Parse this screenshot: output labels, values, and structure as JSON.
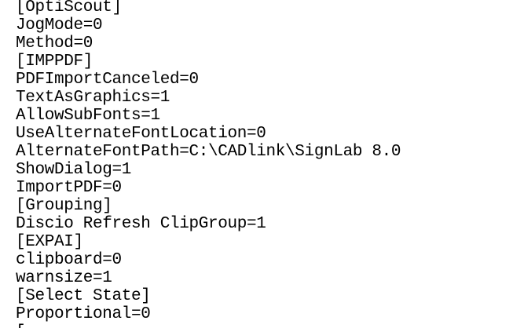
{
  "editor": {
    "lines": [
      "[OptiScout]",
      "JogMode=0",
      "Method=0",
      "[IMPPDF]",
      "PDFImportCanceled=0",
      "TextAsGraphics=1",
      "AllowSubFonts=1",
      "UseAlternateFontLocation=0",
      "AlternateFontPath=C:\\CADlink\\SignLab 8.0",
      "ShowDialog=1",
      "ImportPDF=0",
      "[Grouping]",
      "Discio Refresh ClipGroup=1",
      "[EXPAI]",
      "clipboard=0",
      "warnsize=1",
      "[Select State]",
      "Proportional=0",
      "["
    ]
  }
}
